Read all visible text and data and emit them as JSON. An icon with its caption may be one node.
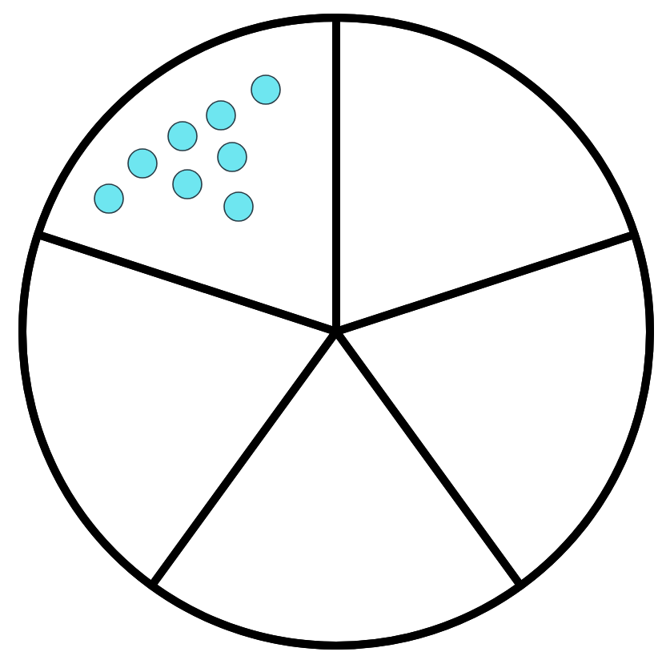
{
  "diagram": {
    "nodes": [
      {
        "text": [],
        "shape": "circle"
      },
      {
        "text": [],
        "shape": "sector",
        "in": 0
      },
      {
        "text": [],
        "shape": "sector",
        "in": 0
      },
      {
        "text": [],
        "shape": "sector",
        "in": 0
      },
      {
        "text": [],
        "shape": "sector",
        "in": 0
      },
      {
        "text": [],
        "shape": "sector",
        "in": 0
      },
      {
        "text": [],
        "shape": "circle",
        "in": 1
      },
      {
        "text": [],
        "shape": "circle",
        "in": 1
      },
      {
        "text": [],
        "shape": "circle",
        "in": 1
      },
      {
        "text": [],
        "shape": "circle",
        "in": 1
      },
      {
        "text": [],
        "shape": "circle",
        "in": 1
      },
      {
        "text": [],
        "shape": "circle",
        "in": 1
      },
      {
        "text": [],
        "shape": "circle",
        "in": 1
      },
      {
        "text": [],
        "shape": "circle",
        "in": 1
      }
    ]
  }
}
